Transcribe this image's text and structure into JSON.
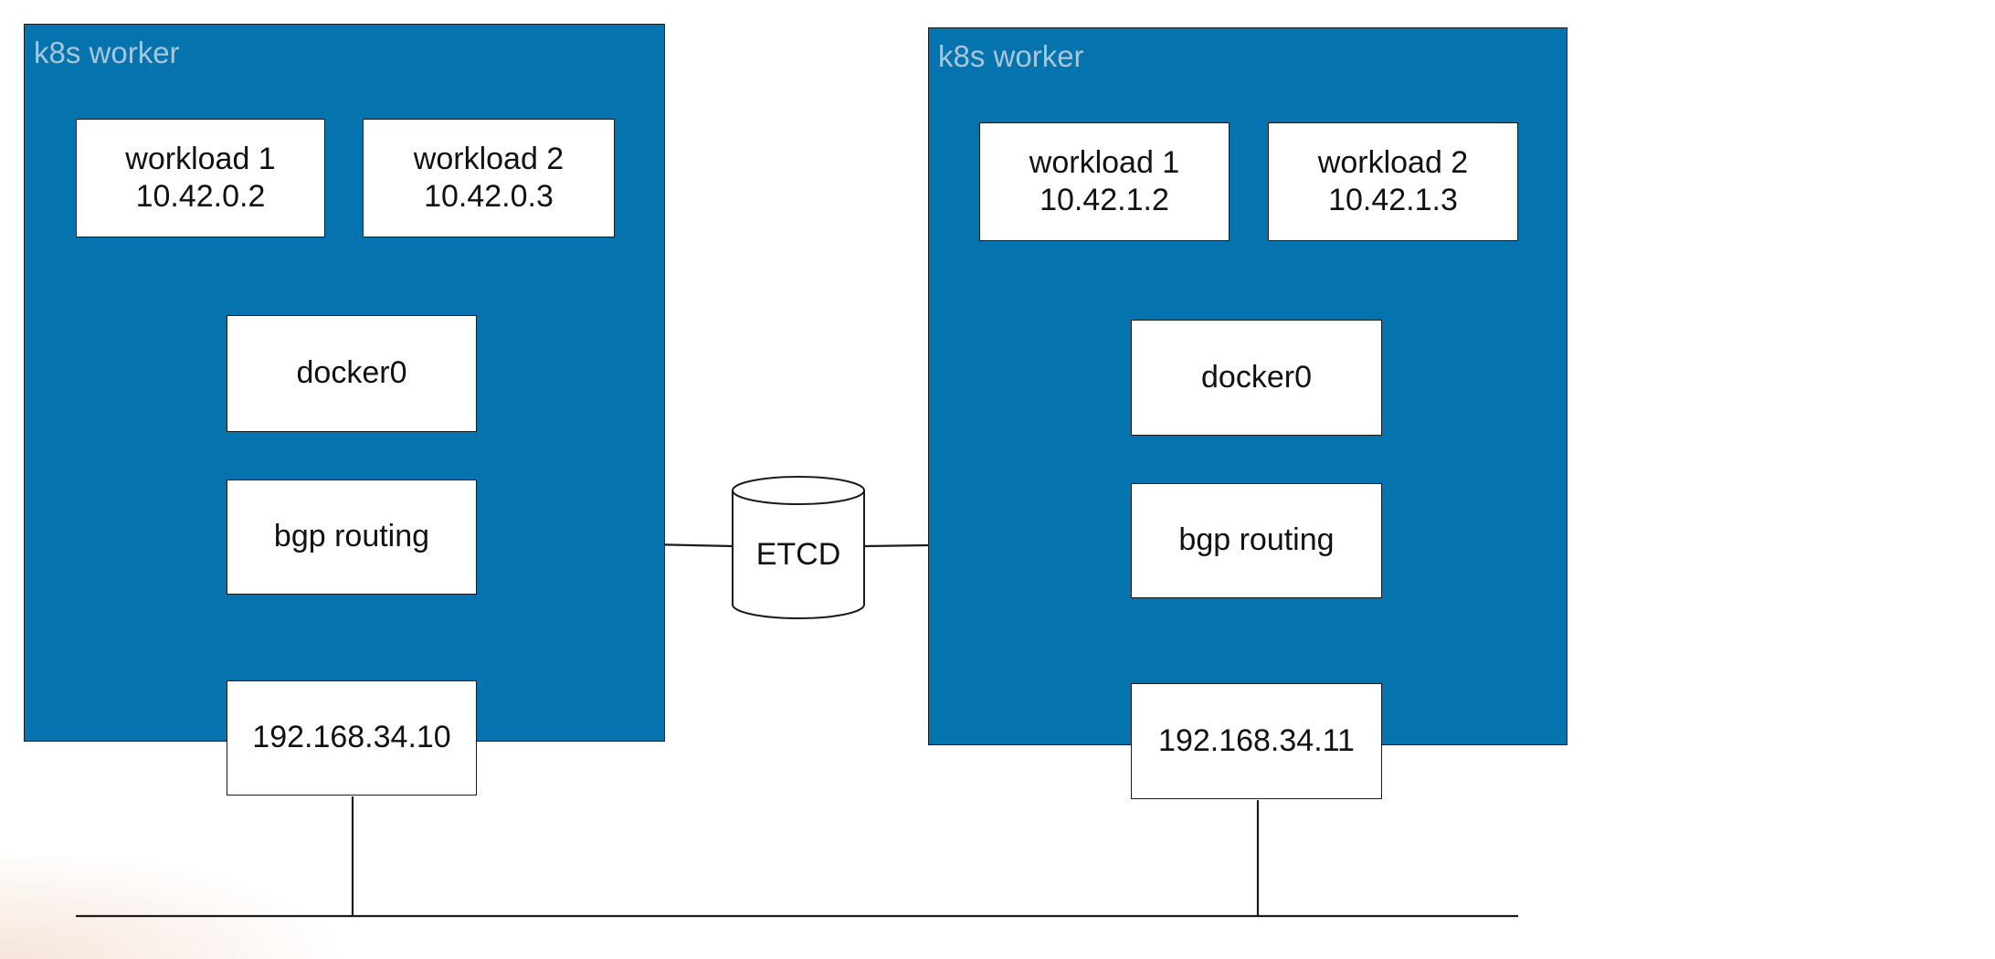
{
  "workers": [
    {
      "title": "k8s worker",
      "workloads": [
        {
          "name": "workload 1",
          "ip": "10.42.0.2"
        },
        {
          "name": "workload 2",
          "ip": "10.42.0.3"
        }
      ],
      "bridge": "docker0",
      "routing": "bgp routing",
      "host_ip": "192.168.34.10"
    },
    {
      "title": "k8s worker",
      "workloads": [
        {
          "name": "workload 1",
          "ip": "10.42.1.2"
        },
        {
          "name": "workload 2",
          "ip": "10.42.1.3"
        }
      ],
      "bridge": "docker0",
      "routing": "bgp routing",
      "host_ip": "192.168.34.11"
    }
  ],
  "datastore": {
    "label": "ETCD"
  },
  "colors": {
    "worker_fill": "#0574ae",
    "worker_title": "#a8c6d8",
    "box_fill": "#ffffff",
    "line": "#1b1b1b"
  }
}
